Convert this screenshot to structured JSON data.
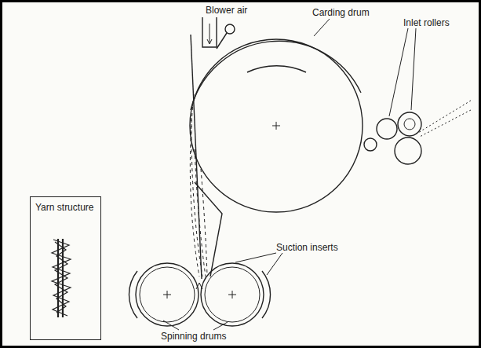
{
  "diagram": {
    "nodes": [
      {
        "text": [
          "Yarn structure"
        ]
      }
    ],
    "labels": [
      "Blower air",
      "Carding drum",
      "Inlet rollers",
      "Suction inserts",
      "Spinning drums"
    ]
  }
}
